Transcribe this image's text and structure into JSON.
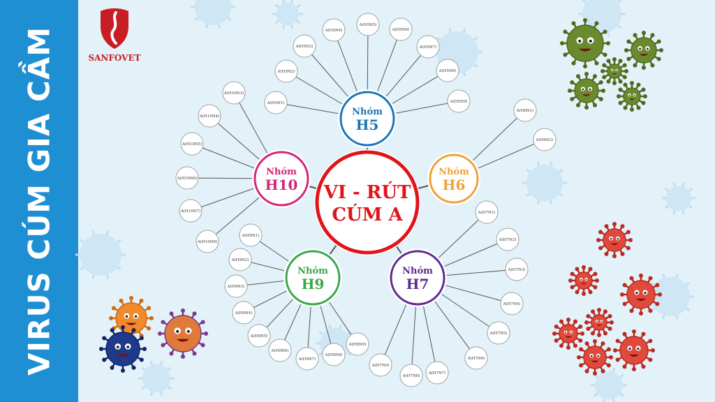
{
  "sidebar": {
    "title": "VIRUS CÚM GIA CẦM"
  },
  "logo": {
    "text": "SANFOVET"
  },
  "colors": {
    "center": "#e0141b",
    "H5": "#1a75b8",
    "H6": "#f0a23a",
    "H7": "#5e2a8f",
    "H9": "#3aa64a",
    "H10": "#d6237a",
    "sidebar": "#1e8fd2"
  },
  "center": {
    "line1": "VI - RÚT",
    "line2": "CÚM A"
  },
  "groups": [
    {
      "id": "H5",
      "label": "Nhóm",
      "name": "H5",
      "leaves": [
        "A(H5N1)",
        "A(H5N2)",
        "A(H5N3)",
        "A(H5N4)",
        "A(H5N5)",
        "A(H5N6)",
        "A(H5N7)",
        "A(H5N8)",
        "A(H5N9)"
      ]
    },
    {
      "id": "H6",
      "label": "Nhóm",
      "name": "H6",
      "leaves": [
        "A(H6N1)",
        "A(H6N2)"
      ]
    },
    {
      "id": "H7",
      "label": "Nhóm",
      "name": "H7",
      "leaves": [
        "A(H7N1)",
        "A(H7N2)",
        "A(H7N3)",
        "A(H7N4)",
        "A(H7N5)",
        "A(H7N6)",
        "A(H7N7)",
        "A(H7N8)",
        "A(H7N9)"
      ]
    },
    {
      "id": "H9",
      "label": "Nhóm",
      "name": "H9",
      "leaves": [
        "A(H9N1)",
        "A(H9N2)",
        "A(H9N3)",
        "A(H9N4)",
        "A(H9N5)",
        "A(H9N6)",
        "A(H9N7)",
        "A(H9N8)",
        "A(H9N9)"
      ]
    },
    {
      "id": "H10",
      "label": "Nhóm",
      "name": "H10",
      "leaves": [
        "A(H10N3)",
        "A(H10N4)",
        "A(H10N5)",
        "A(H10N6)",
        "A(H10N7)",
        "A(H10N8)"
      ]
    }
  ]
}
